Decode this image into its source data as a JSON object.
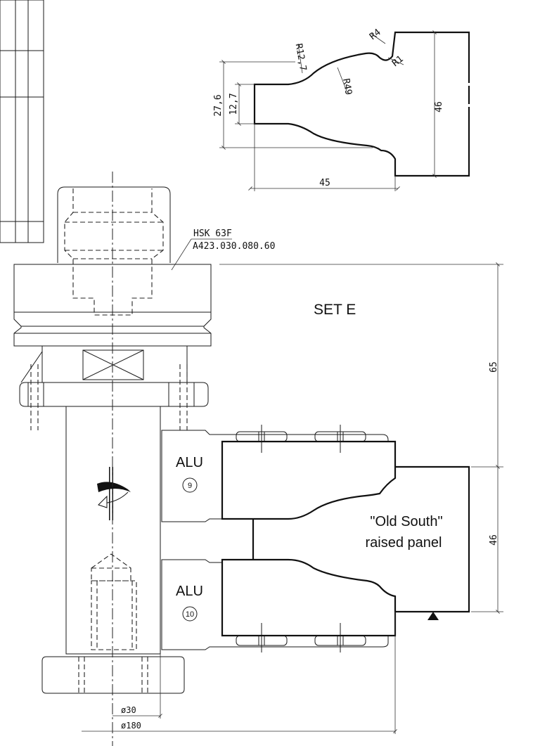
{
  "title": "SET E",
  "holder": {
    "line1": "HSK 63F",
    "line2": "A423.030.080.60"
  },
  "profile": {
    "dims": {
      "r4": "R4",
      "r1": "R1",
      "r12_7": "R12,7",
      "r49": "R49",
      "h27_6": "27,6",
      "h12_7": "12,7",
      "h46": "46",
      "w45": "45"
    }
  },
  "knives": [
    {
      "material": "ALU",
      "number": "9"
    },
    {
      "material": "ALU",
      "number": "10"
    }
  ],
  "panel_label": {
    "line1": "\"Old South\"",
    "line2": "raised panel"
  },
  "main_dims": {
    "d65": "65",
    "d46": "46",
    "dia30": "ø30",
    "dia180": "ø180"
  }
}
